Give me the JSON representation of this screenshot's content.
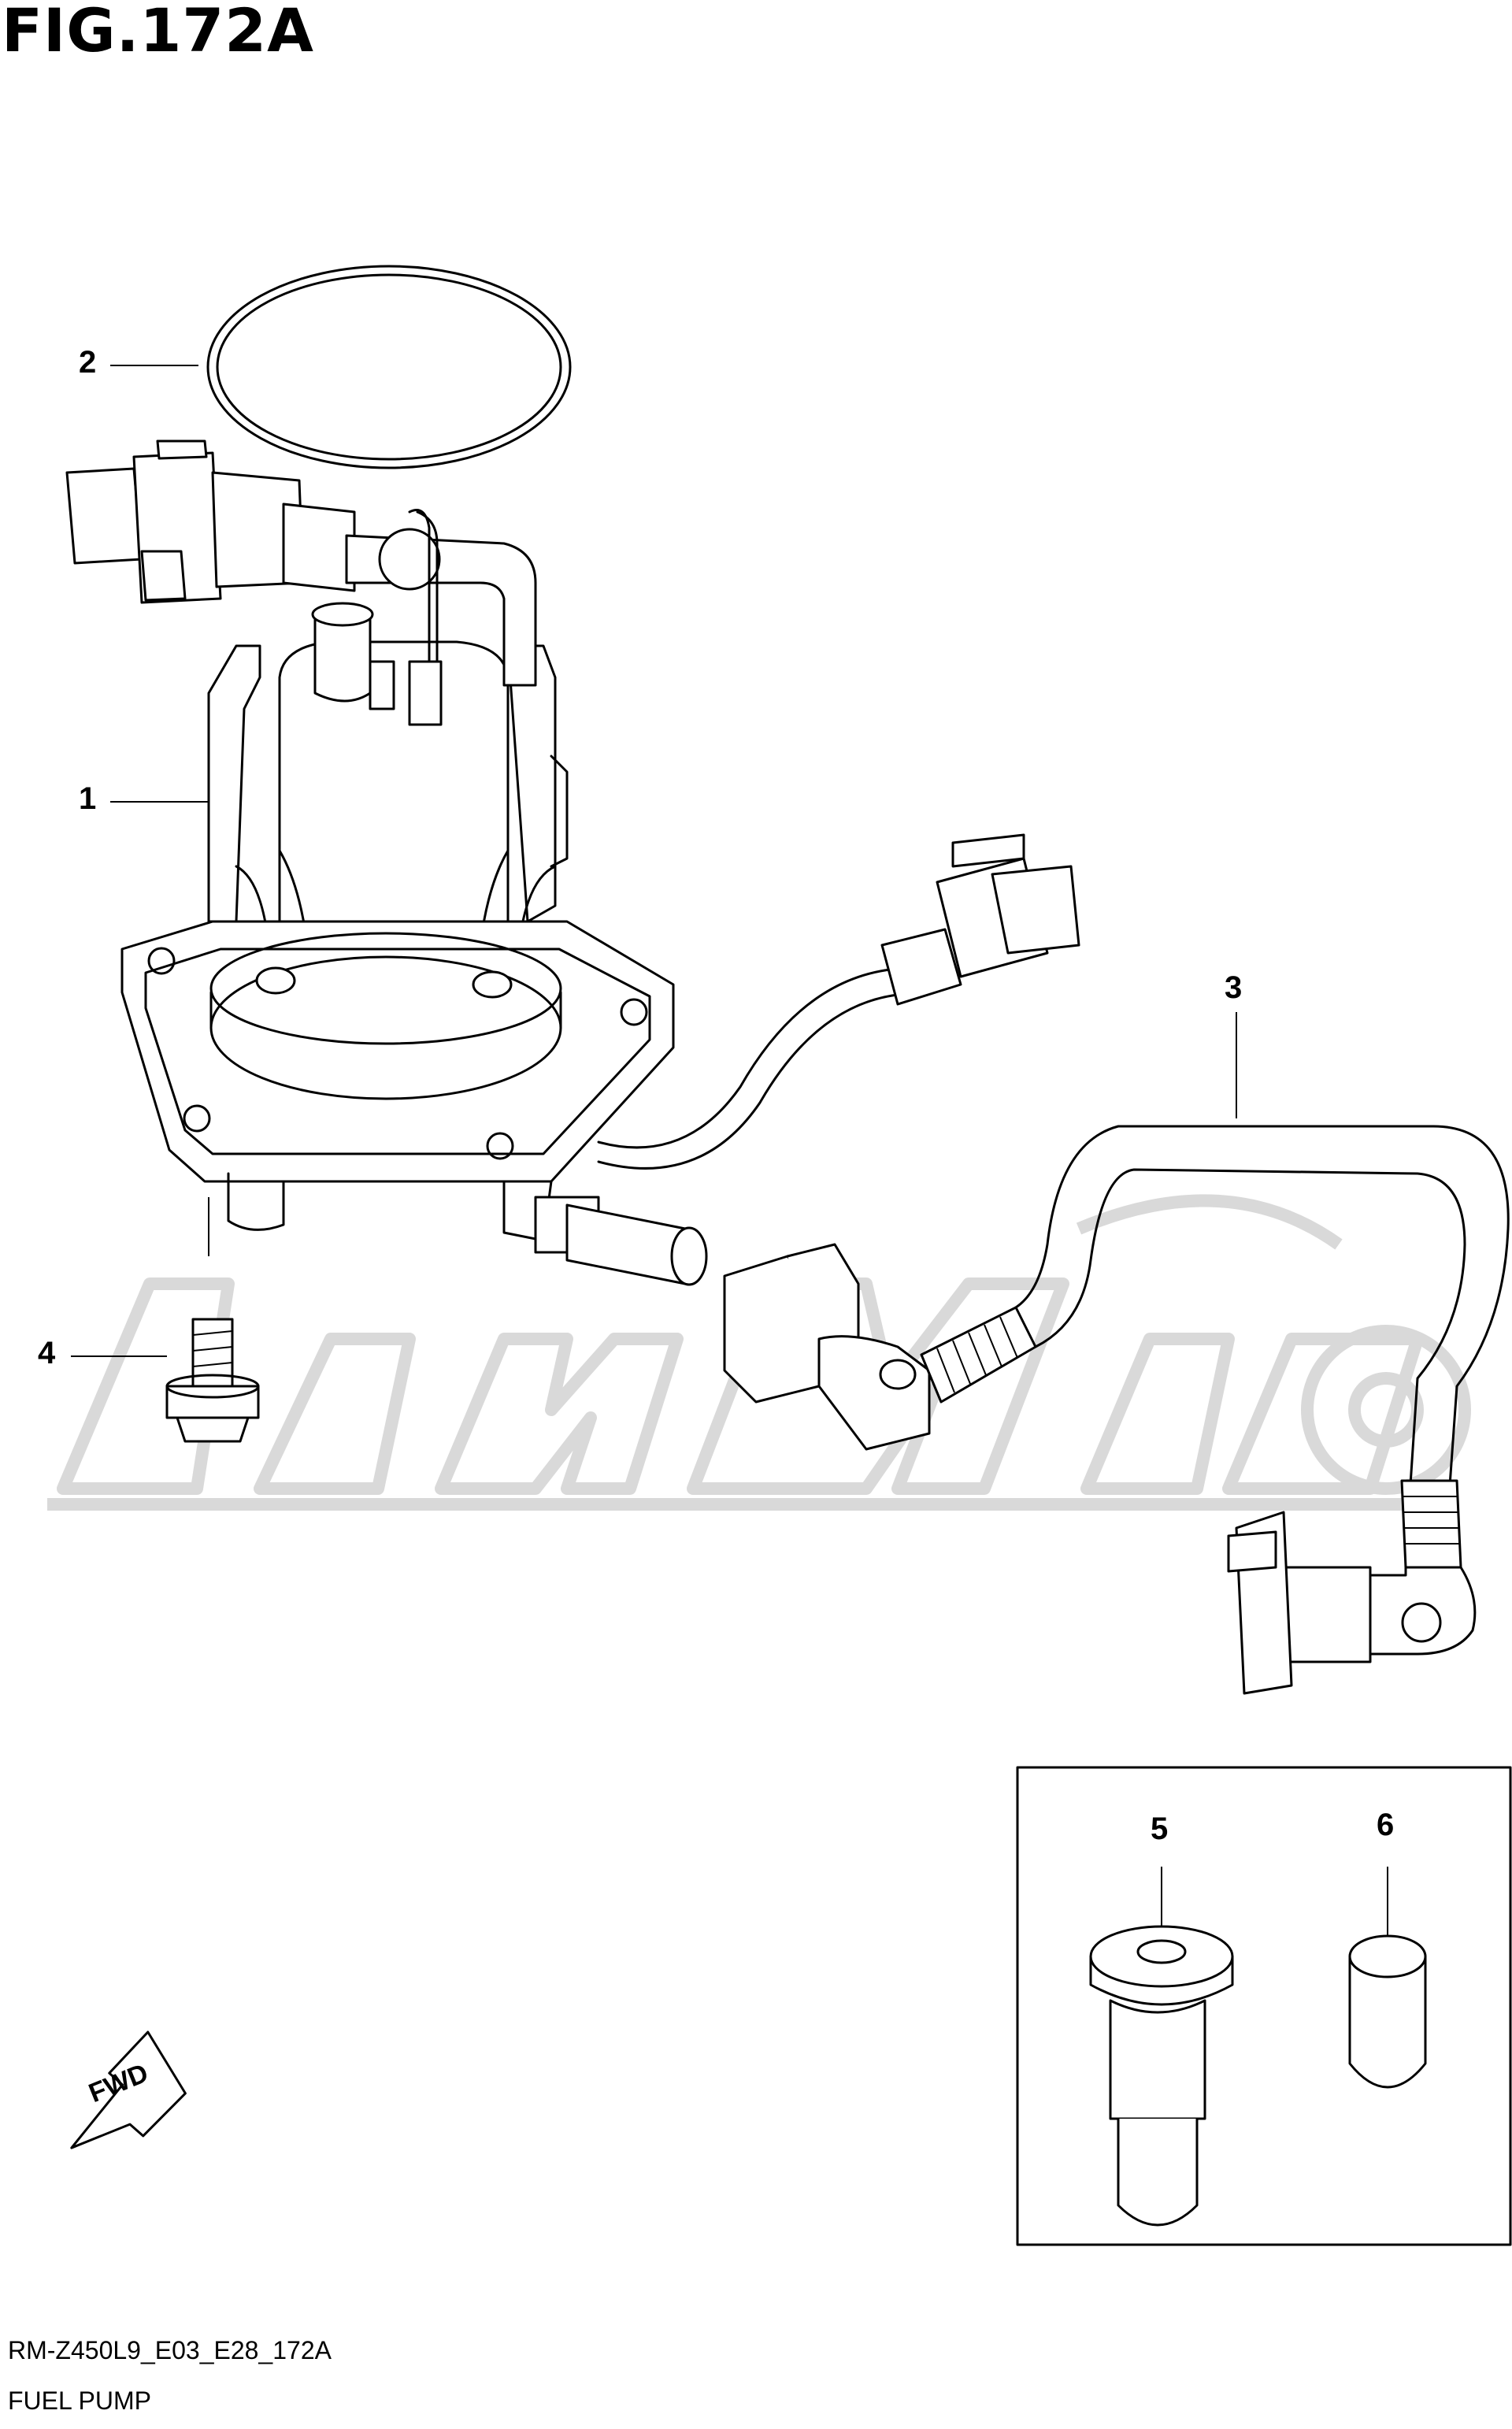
{
  "figure": {
    "title": "FIG.172A",
    "code": "RM-Z450L9_E03_E28_172A",
    "name": "FUEL PUMP"
  },
  "callouts": [
    {
      "id": "1",
      "label": "1"
    },
    {
      "id": "2",
      "label": "2"
    },
    {
      "id": "3",
      "label": "3"
    },
    {
      "id": "4",
      "label": "4"
    },
    {
      "id": "5",
      "label": "5"
    },
    {
      "id": "6",
      "label": "6"
    }
  ],
  "direction_arrow": {
    "label": "FWD",
    "icon": "fwd-arrow-icon"
  },
  "watermark": {
    "icon": "watermark-logo"
  },
  "colors": {
    "line": "#000000",
    "background": "#ffffff",
    "watermark": "#d9d9d9"
  }
}
